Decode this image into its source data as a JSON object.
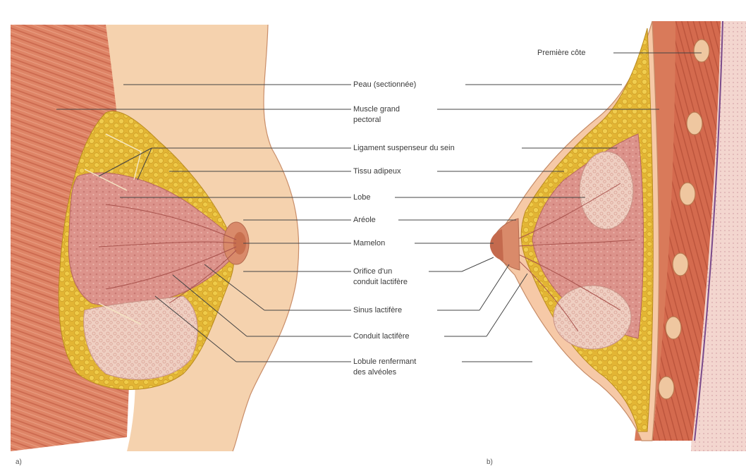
{
  "labels": {
    "premiere_cote": "Première côte",
    "peau": "Peau (sectionnée)",
    "muscle_l1": "Muscle grand",
    "muscle_l2": "pectoral",
    "ligament": "Ligament suspenseur du sein",
    "tissu": "Tissu adipeux",
    "lobe": "Lobe",
    "areole": "Aréole",
    "mamelon": "Mamelon",
    "orifice_l1": "Orifice d'un",
    "orifice_l2": "conduit lactifère",
    "sinus": "Sinus lactifère",
    "conduit": "Conduit lactifère",
    "lobule_l1": "Lobule renfermant",
    "lobule_l2": "des alvéoles"
  },
  "panels": {
    "a": "a)",
    "b": "b)"
  },
  "colors": {
    "muscle": "#d9785a",
    "skin": "#f6d3b0",
    "fat": "#e8c23c",
    "gland": "#d98a86",
    "gland_light": "#e8b3a8",
    "leader": "#444444"
  }
}
